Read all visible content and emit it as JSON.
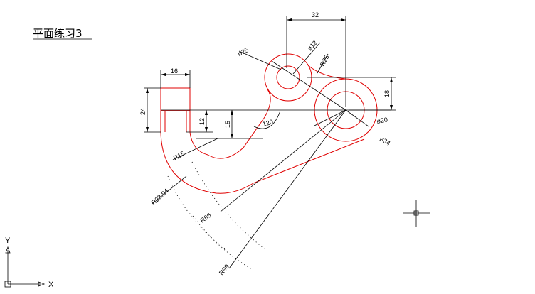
{
  "drawing": {
    "title": "平面练习3",
    "dims": {
      "d32": "32",
      "d16": "16",
      "d24": "24",
      "d12": "12",
      "d15": "15",
      "d18": "18",
      "phi12": "ø12",
      "phi25": "ø25",
      "r25": "R25",
      "a120": "120",
      "phi20": "ø20",
      "phi34": "ø34",
      "r15": "R15",
      "r2894": "R28.94",
      "r86": "R86",
      "r99": "R99"
    },
    "axes": {
      "y": "Y",
      "x": "X"
    }
  },
  "colors": {
    "geometry": "#e00000",
    "annotation": "#000000"
  }
}
